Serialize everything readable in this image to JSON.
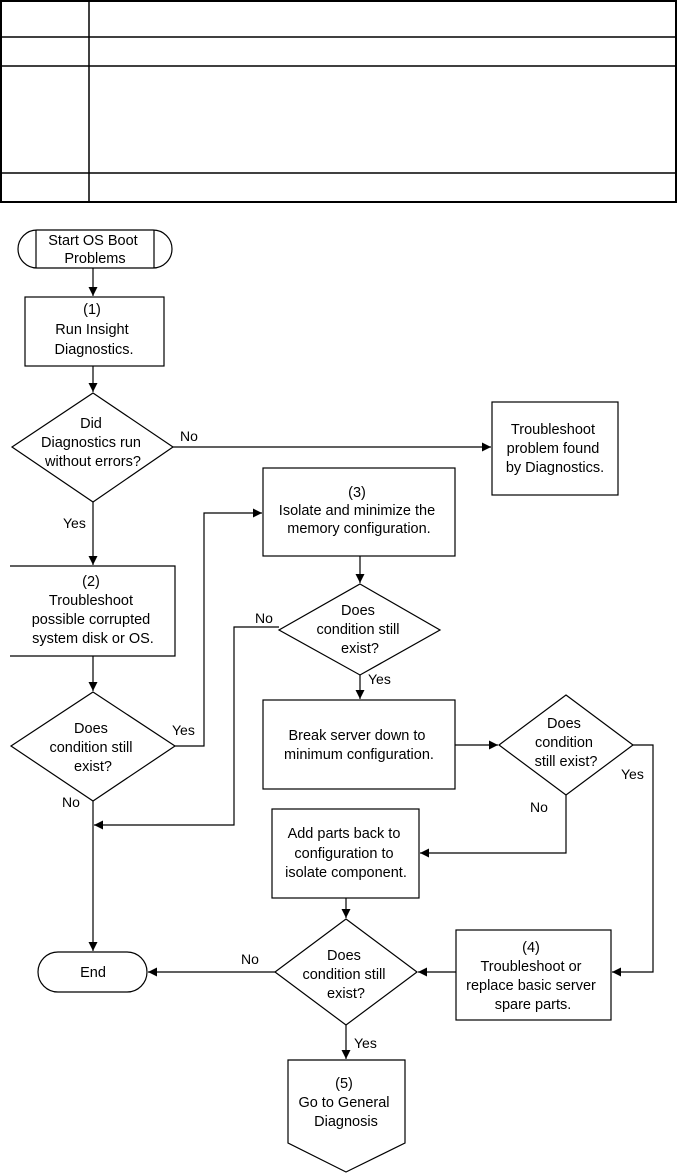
{
  "header_table": {
    "rows": [
      {
        "c1": "",
        "c2": ""
      },
      {
        "c1": "",
        "c2": ""
      },
      {
        "c1": "",
        "c2": ""
      },
      {
        "c1": "",
        "c2": ""
      }
    ]
  },
  "flowchart": {
    "start": [
      "Start OS Boot",
      "Problems"
    ],
    "step1": [
      "(1)",
      "Run Insight",
      "Diagnostics."
    ],
    "d_diag": [
      "Did",
      "Diagnostics run",
      "without errors?"
    ],
    "troubleshoot_found": [
      "Troubleshoot",
      "problem found",
      "by Diagnostics."
    ],
    "step2": [
      "(2)",
      "Troubleshoot",
      "possible corrupted",
      "system disk or OS."
    ],
    "d_cond_left": [
      "Does",
      "condition still",
      "exist?"
    ],
    "step3": [
      "(3)",
      "Isolate and minimize the",
      "memory configuration."
    ],
    "d_cond_mid": [
      "Does",
      "condition still",
      "exist?"
    ],
    "break_server": [
      "Break server down to",
      "minimum configuration."
    ],
    "d_cond_right": [
      "Does",
      "condition",
      "still exist?"
    ],
    "add_parts": [
      "Add parts back to",
      "configuration to",
      "isolate component."
    ],
    "d_cond_bottom": [
      "Does",
      "condition still",
      "exist?"
    ],
    "step4": [
      "(4)",
      "Troubleshoot or",
      "replace basic server",
      "spare parts."
    ],
    "end": "End",
    "step5": [
      "(5)",
      "Go to General",
      "Diagnosis"
    ],
    "labels": {
      "no_diag": "No",
      "yes_diag": "Yes",
      "yes_left": "Yes",
      "no_left": "No",
      "no_mid": "No",
      "yes_mid": "Yes",
      "yes_right": "Yes",
      "no_right": "No",
      "no_bottom": "No",
      "yes_bottom": "Yes"
    }
  }
}
